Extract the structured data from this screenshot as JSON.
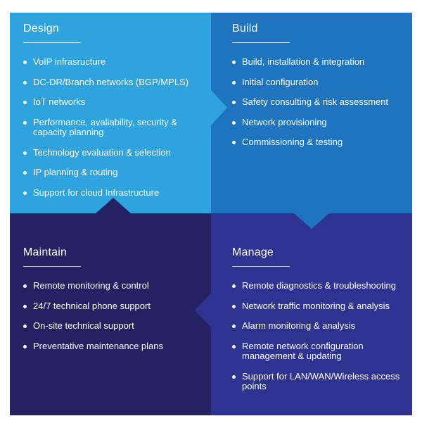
{
  "colors": {
    "design": "#2ea3dd",
    "build": "#1f74bf",
    "maintain": "#242262",
    "manage": "#2e3290",
    "text": "#ffffff"
  },
  "quadrants": {
    "design": {
      "title": "Design",
      "items": [
        "VoIP infrasructure",
        "DC-DR/Branch networks (BGP/MPLS)",
        "IoT networks",
        "Performance, avaliability, security & capacity planning",
        "Technology evaluation & selection",
        "IP planning & routing",
        "Support for cloud Infrastructure"
      ]
    },
    "build": {
      "title": "Build",
      "items": [
        "Build, installation & integration",
        "Initial configuration",
        "Safety consulting & risk assessment",
        "Network provisioning",
        "Commissioning & testing"
      ]
    },
    "maintain": {
      "title": "Maintain",
      "items": [
        "Remote monitoring & control",
        "24/7 technical phone support",
        "On-site technical support",
        "Preventative maintenance plans"
      ]
    },
    "manage": {
      "title": "Manage",
      "items": [
        "Remote diagnostics & troubleshooting",
        "Network traffic monitoring & analysis",
        "Alarm monitoring & analysis",
        "Remote network configuration management & updating",
        "Support for LAN/WAN/Wireless access points"
      ]
    }
  }
}
